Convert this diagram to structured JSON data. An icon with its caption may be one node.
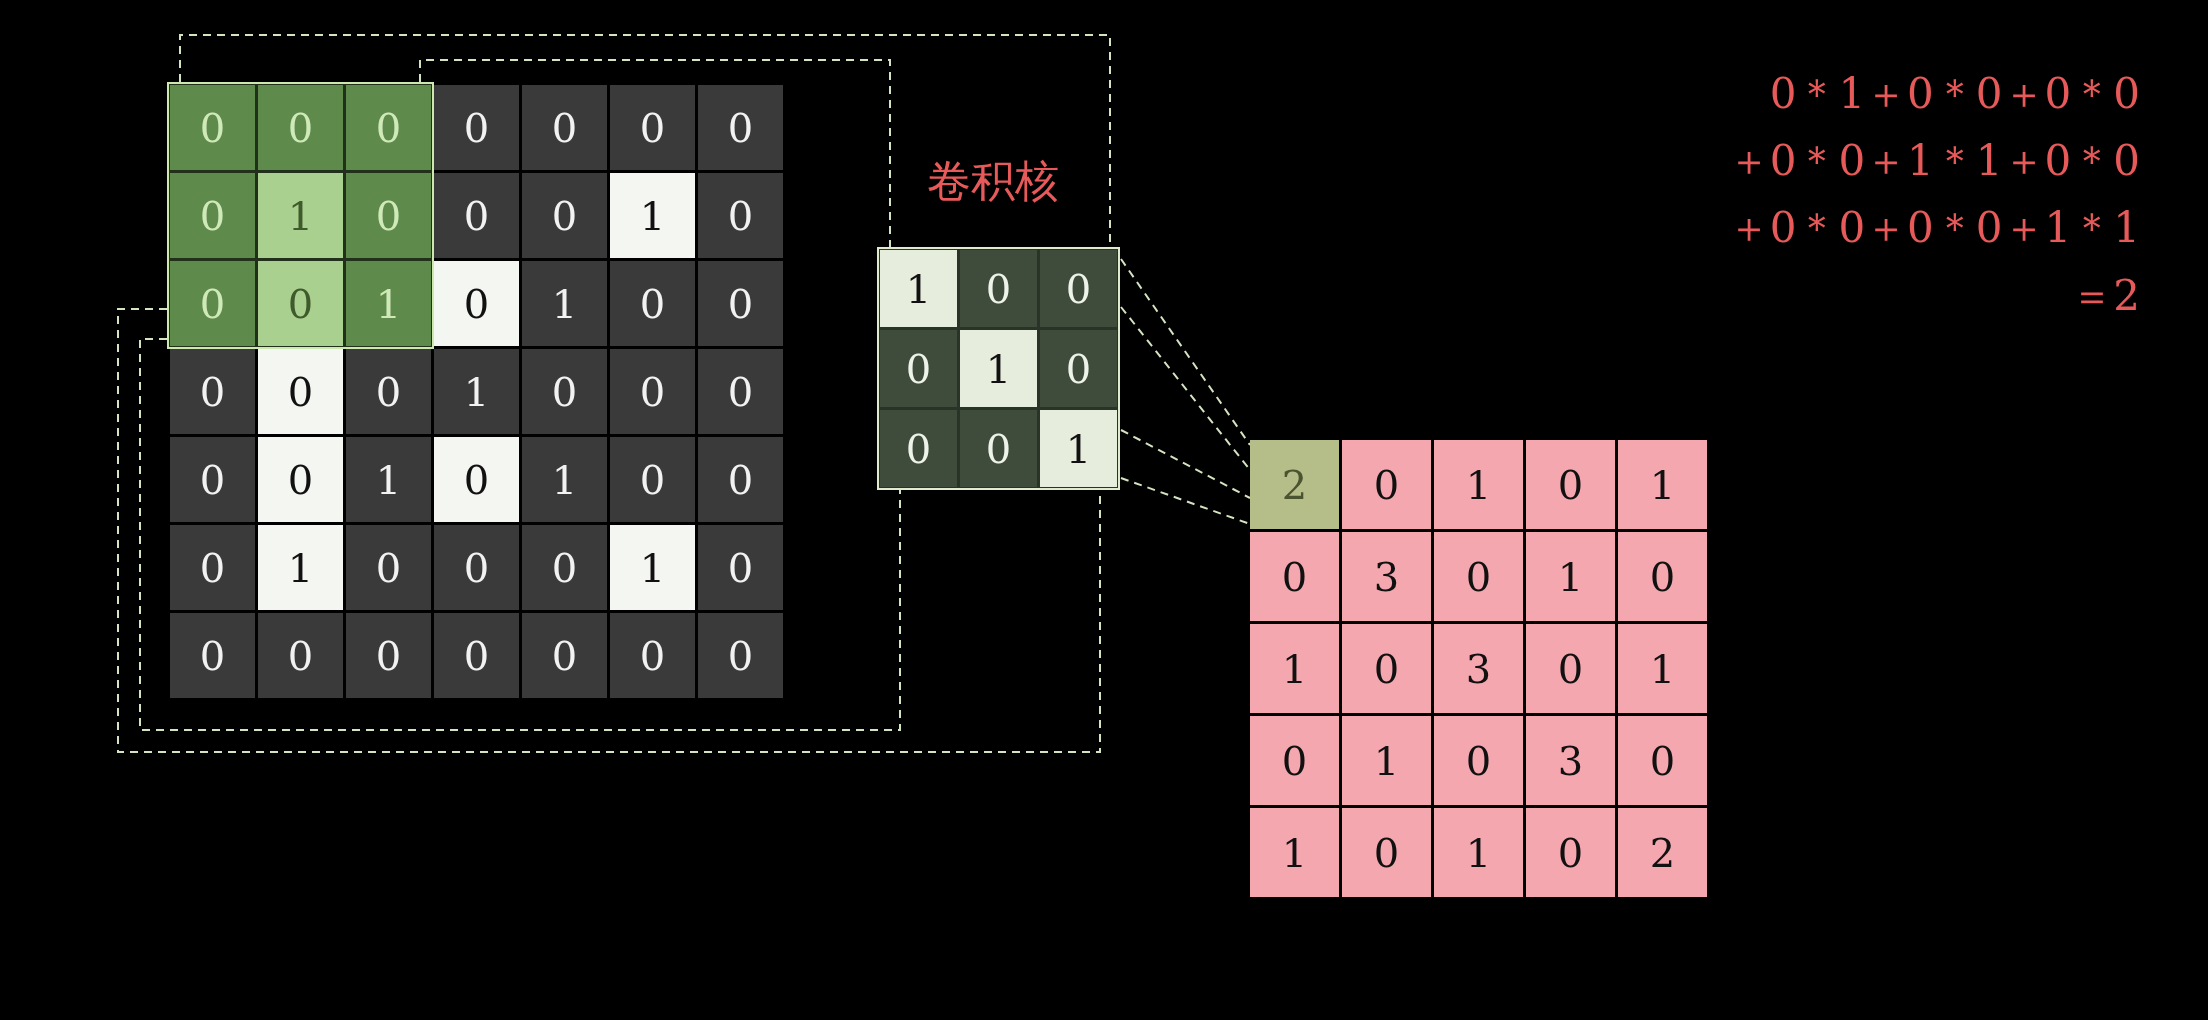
{
  "diagram": {
    "nodes": [
      {
        "text": [],
        "shape": "box"
      },
      {
        "text": [
          "0"
        ],
        "in": 0
      },
      {
        "text": [
          "0"
        ],
        "in": 0
      },
      {
        "text": [
          "0"
        ],
        "in": 0
      },
      {
        "text": [
          "0"
        ]
      },
      {
        "text": [
          "0"
        ]
      },
      {
        "text": [
          "0"
        ]
      },
      {
        "text": [
          "0"
        ]
      },
      {
        "text": [
          "0"
        ],
        "in": 0
      },
      {
        "text": [
          "1"
        ],
        "in": 0
      },
      {
        "text": [
          "0"
        ],
        "in": 0
      },
      {
        "text": [
          "0"
        ]
      },
      {
        "text": [
          "0"
        ]
      },
      {
        "text": [
          "1"
        ]
      },
      {
        "text": [
          "0"
        ]
      },
      {
        "text": [
          "0"
        ],
        "in": 0
      },
      {
        "text": [
          "0"
        ],
        "in": 0
      },
      {
        "text": [
          "1"
        ],
        "in": 0
      },
      {
        "text": [
          "0"
        ]
      },
      {
        "text": [
          "1"
        ]
      },
      {
        "text": [
          "0"
        ]
      },
      {
        "text": [
          "0"
        ]
      },
      {
        "text": [
          "0"
        ]
      },
      {
        "text": [
          "0"
        ]
      },
      {
        "text": [
          "0"
        ]
      },
      {
        "text": [
          "1"
        ]
      },
      {
        "text": [
          "0"
        ]
      },
      {
        "text": [
          "0"
        ]
      },
      {
        "text": [
          "0"
        ]
      },
      {
        "text": [
          "0"
        ]
      },
      {
        "text": [
          "0"
        ]
      },
      {
        "text": [
          "1"
        ]
      },
      {
        "text": [
          "0"
        ]
      },
      {
        "text": [
          "1"
        ]
      },
      {
        "text": [
          "0"
        ]
      },
      {
        "text": [
          "0"
        ]
      },
      {
        "text": [
          "0"
        ]
      },
      {
        "text": [
          "1"
        ]
      },
      {
        "text": [
          "0"
        ]
      },
      {
        "text": [
          "0"
        ]
      },
      {
        "text": [
          "0"
        ]
      },
      {
        "text": [
          "1"
        ]
      },
      {
        "text": [
          "0"
        ]
      },
      {
        "text": [
          "0"
        ]
      },
      {
        "text": [
          "0"
        ]
      },
      {
        "text": [
          "0"
        ]
      },
      {
        "text": [
          "0"
        ]
      },
      {
        "text": [
          "0"
        ]
      },
      {
        "text": [
          "0"
        ]
      },
      {
        "text": [
          "0"
        ]
      },
      {
        "text": [],
        "shape": "box",
        "beside": [
          "卷积核"
        ]
      },
      {
        "text": [
          "1"
        ],
        "in": 50
      },
      {
        "text": [
          "0"
        ],
        "in": 50
      },
      {
        "text": [
          "0"
        ],
        "in": 50
      },
      {
        "text": [
          "0"
        ],
        "in": 50
      },
      {
        "text": [
          "1"
        ],
        "in": 50
      },
      {
        "text": [
          "0"
        ],
        "in": 50
      },
      {
        "text": [
          "0"
        ],
        "in": 50
      },
      {
        "text": [
          "0"
        ],
        "in": 50
      },
      {
        "text": [
          "1"
        ],
        "in": 50
      },
      {
        "text": [
          "2"
        ]
      },
      {
        "text": [
          "0"
        ]
      },
      {
        "text": [
          "1"
        ]
      },
      {
        "text": [
          "0"
        ]
      },
      {
        "text": [
          "1"
        ]
      },
      {
        "text": [
          "0"
        ]
      },
      {
        "text": [
          "3"
        ]
      },
      {
        "text": [
          "0"
        ]
      },
      {
        "text": [
          "1"
        ]
      },
      {
        "text": [
          "0"
        ]
      },
      {
        "text": [
          "1"
        ]
      },
      {
        "text": [
          "0"
        ]
      },
      {
        "text": [
          "3"
        ]
      },
      {
        "text": [
          "0"
        ]
      },
      {
        "text": [
          "1"
        ]
      },
      {
        "text": [
          "0"
        ]
      },
      {
        "text": [
          "1"
        ]
      },
      {
        "text": [
          "0"
        ]
      },
      {
        "text": [
          "3"
        ]
      },
      {
        "text": [
          "0"
        ]
      },
      {
        "text": [
          "1"
        ]
      },
      {
        "text": [
          "0"
        ]
      },
      {
        "text": [
          "1"
        ]
      },
      {
        "text": [
          "0"
        ]
      },
      {
        "text": [
          "2"
        ]
      }
    ],
    "edges": [
      {
        "from": 0,
        "to": 50,
        "arrow": "none",
        "style": "dashed"
      },
      {
        "from": 0,
        "to": 50,
        "arrow": "none",
        "style": "dashed"
      },
      {
        "from": 0,
        "to": 50,
        "arrow": "none",
        "style": "dashed"
      },
      {
        "from": 0,
        "to": 50,
        "arrow": "none",
        "style": "dashed"
      },
      {
        "from": 50,
        "to": 60,
        "arrow": "none",
        "style": "dashed"
      },
      {
        "from": 50,
        "to": 60,
        "arrow": "none",
        "style": "dashed"
      },
      {
        "from": 50,
        "to": 60,
        "arrow": "none",
        "style": "dashed"
      },
      {
        "from": 50,
        "to": 60,
        "arrow": "none",
        "style": "dashed"
      }
    ],
    "labels": [
      "0＊1＋0＊0＋0＊0 ＋0＊0＋1＊1＋0＊0 ＋0＊0＋0＊0＋1＊1 ＝2"
    ]
  }
}
